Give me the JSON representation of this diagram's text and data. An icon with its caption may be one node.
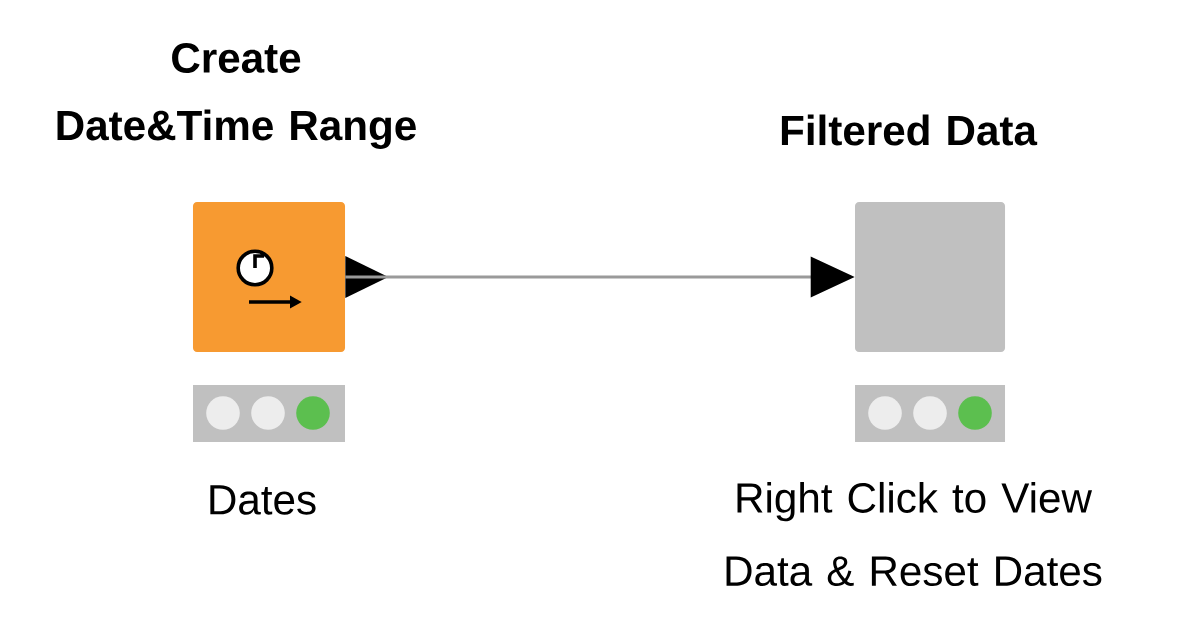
{
  "diagram": {
    "nodes": [
      {
        "text": [
          "Create Date&Time Range"
        ],
        "beside": [
          "Dates"
        ]
      },
      {
        "text": [
          "Filtered Data"
        ],
        "beside": [
          "Right Click to View Data & Reset Dates"
        ]
      }
    ],
    "edges": [
      {
        "from": 0,
        "to": 1,
        "arrow": "to"
      }
    ]
  }
}
